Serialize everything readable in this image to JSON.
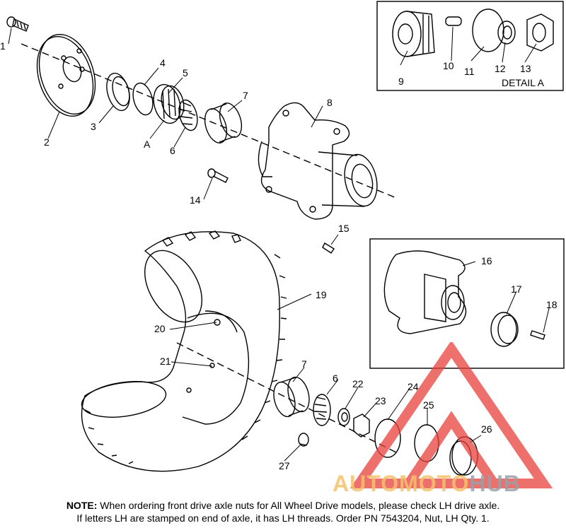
{
  "callouts": {
    "c1": "1",
    "c2": "2",
    "c3": "3",
    "c4": "4",
    "c5": "5",
    "cA": "A",
    "c6a": "6",
    "c7a": "7",
    "c8": "8",
    "c9": "9",
    "c10": "10",
    "c11": "11",
    "c12": "12",
    "c13": "13",
    "c14": "14",
    "c15": "15",
    "c16": "16",
    "c17": "17",
    "c18": "18",
    "c19": "19",
    "c20": "20",
    "c21": "21",
    "c7b": "7",
    "c6b": "6",
    "c22": "22",
    "c23": "23",
    "c24": "24",
    "c25": "25",
    "c26": "26",
    "c27": "27"
  },
  "detail_label": "DETAIL A",
  "watermark": {
    "auto": "AUTO",
    "moto": "MOTO",
    "hub": "HUB"
  },
  "note": {
    "label": "NOTE:",
    "line1": "When ordering front drive axle nuts for All Wheel Drive models, please check LH drive axle.",
    "line2": "If letters LH are stamped on end of axle, it has LH threads.  Order PN 7543204, Nut, LH Qty. 1."
  },
  "colors": {
    "line": "#000000",
    "watermark_red": "#e8413c",
    "watermark_yellow": "#f5c26b",
    "watermark_grey": "#9aa0a6"
  }
}
